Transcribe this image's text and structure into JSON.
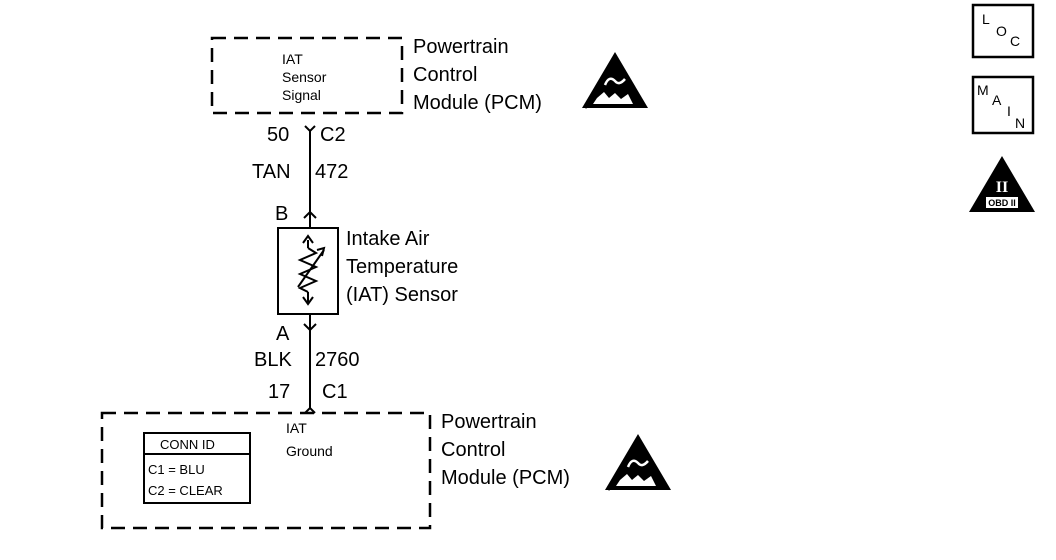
{
  "top_module": {
    "signal_lines": [
      "IAT",
      "Sensor",
      "Signal"
    ],
    "name_lines": [
      "Powertrain",
      "Control",
      "Module (PCM)"
    ]
  },
  "top_connector": {
    "pin": "50",
    "connector": "C2"
  },
  "top_wire": {
    "color": "TAN",
    "circuit": "472"
  },
  "sensor": {
    "pin_top": "B",
    "pin_bottom": "A",
    "name_lines": [
      "Intake Air",
      "Temperature",
      "(IAT) Sensor"
    ]
  },
  "bottom_wire": {
    "color": "BLK",
    "circuit": "2760"
  },
  "bottom_connector": {
    "pin": "17",
    "connector": "C1"
  },
  "bottom_module": {
    "ground_lines": [
      "IAT",
      "Ground"
    ],
    "name_lines": [
      "Powertrain",
      "Control",
      "Module (PCM)"
    ],
    "conn_id": {
      "title": "CONN ID",
      "lines": [
        "C1 = BLU",
        "C2 = CLEAR"
      ]
    }
  },
  "side_icons": {
    "loc": {
      "letters": [
        "L",
        "O",
        "C"
      ],
      "icon": "loc-icon"
    },
    "main": {
      "letters": [
        "M",
        "A",
        "I",
        "N"
      ],
      "icon": "main-icon"
    },
    "obd": {
      "label": "OBD II",
      "numeral": "II",
      "icon": "obd-ii-icon"
    }
  },
  "esd_icon": "esd-warning-icon"
}
